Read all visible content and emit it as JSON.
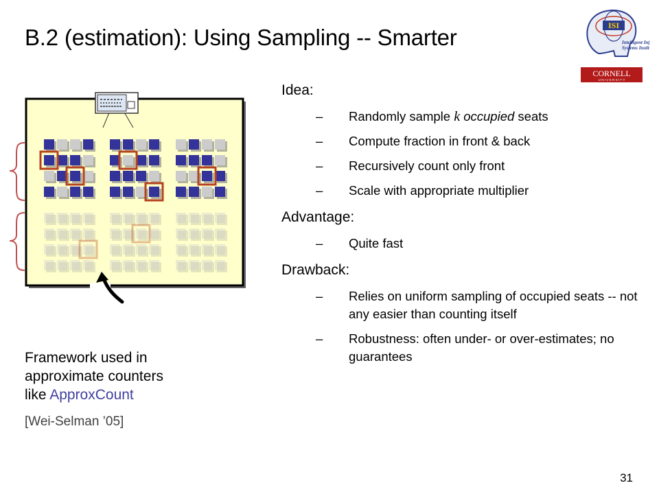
{
  "slide": {
    "title": "B.2 (estimation): Using Sampling -- Smarter",
    "page_number": "31"
  },
  "logos": {
    "isi_top": "ISI",
    "isi_line1": "Intelligent Information",
    "isi_line2": "Systems Institute",
    "cornell_top": "CORNELL",
    "cornell_bottom": "U N I V E R S I T Y"
  },
  "caption": {
    "line1": "Framework used in",
    "line2": "approximate counters",
    "line3_prefix": "like ",
    "line3_highlight": "ApproxCount",
    "citation": "[Wei-Selman ’05]"
  },
  "sections": {
    "idea": {
      "heading": "Idea:",
      "b1_pre": "Randomly sample ",
      "b1_k": "k",
      "b1_em": " occupied",
      "b1_post": " seats",
      "b2": "Compute fraction in front & back",
      "b3": "Recursively count only front",
      "b4": "Scale with appropriate multiplier"
    },
    "advantage": {
      "heading": "Advantage:",
      "b1": "Quite fast"
    },
    "drawback": {
      "heading": "Drawback:",
      "b1": "Relies on uniform sampling of occupied seats -- not any easier than counting itself",
      "b2": "Robustness: often under- or over-estimates; no guarantees"
    }
  },
  "colors": {
    "room_fill": "#ffffcc",
    "seat_occupied": "#333399",
    "seat_empty": "#cccccc",
    "sample_box": "#b5411f",
    "highlight_text": "#3f3f9f"
  }
}
